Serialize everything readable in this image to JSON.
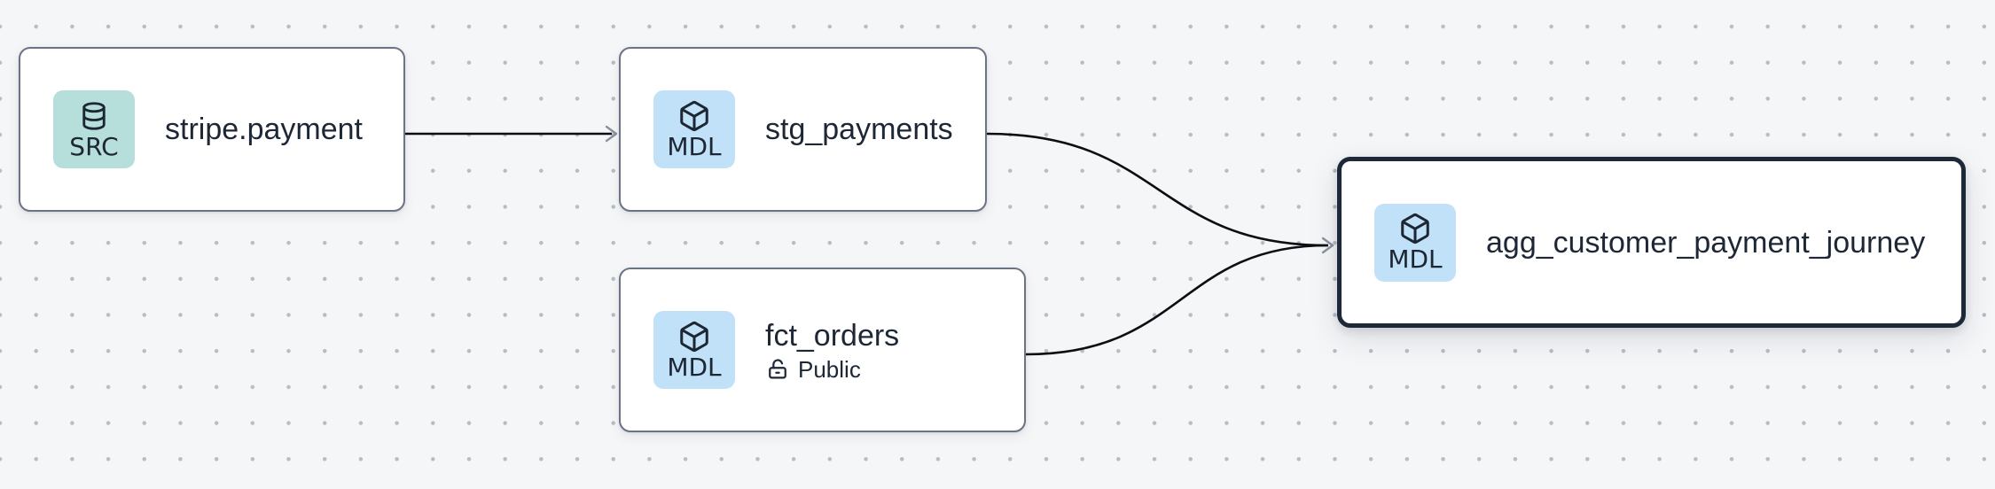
{
  "canvas": {
    "background_color": "#f5f6f8",
    "dot_color": "#b8bcc7"
  },
  "palette": {
    "node_border": "#6a7485",
    "selected_node_border": "#1d2838",
    "edge_color": "#0c0e12",
    "arrowhead_color": "#8a919e",
    "text_color": "#1d2736",
    "source_badge_bg": "#b6dedb",
    "model_badge_bg": "#c0e1f8"
  },
  "nodes": [
    {
      "id": "stripe.payment",
      "title": "stripe.payment",
      "badge": "SRC",
      "badge_icon": "database-icon",
      "type": "source",
      "selected": false
    },
    {
      "id": "stg_payments",
      "title": "stg_payments",
      "badge": "MDL",
      "badge_icon": "cube-icon",
      "type": "model",
      "selected": false
    },
    {
      "id": "fct_orders",
      "title": "fct_orders",
      "badge": "MDL",
      "badge_icon": "cube-icon",
      "type": "model",
      "subtitle": "Public",
      "subtitle_icon": "unlock-icon",
      "selected": false
    },
    {
      "id": "agg_customer_payment_journey",
      "title": "agg_customer_payment_journey",
      "badge": "MDL",
      "badge_icon": "cube-icon",
      "type": "model",
      "selected": true
    }
  ],
  "edges": [
    {
      "from": "stripe.payment",
      "to": "stg_payments"
    },
    {
      "from": "stg_payments",
      "to": "agg_customer_payment_journey"
    },
    {
      "from": "fct_orders",
      "to": "agg_customer_payment_journey"
    }
  ]
}
